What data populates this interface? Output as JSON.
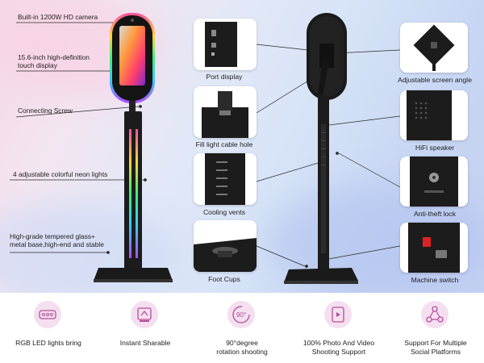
{
  "callouts": {
    "camera": "Built-in 1200W HD camera",
    "display": "15.6-inch high-definition\ntouch display",
    "screw": "Connecting Screw",
    "neon": "4 adjustable colorful neon lights",
    "glass": "High-grade tempered glass+\nmetal base,high-end and stable"
  },
  "details": {
    "port": "Port display",
    "fill_light": "Fill light cable hole",
    "cooling": "Cooling vents",
    "foot": "Foot Cups",
    "screen_angle": "Adjustable screen angle",
    "speaker": "HiFi speaker",
    "antitheft": "Anti-theft lock",
    "switch": "Machine switch"
  },
  "features": [
    {
      "label": "RGB LED lights bring",
      "icon": "rgb-lights-icon"
    },
    {
      "label": "Instant Sharable",
      "icon": "instant-share-icon"
    },
    {
      "label": "90°degree\nrotation shooting",
      "icon": "rotation-90-icon",
      "badge": "90°"
    },
    {
      "label": "100% Photo And Video\nShooting Support",
      "icon": "photo-video-icon"
    },
    {
      "label": "Support For Multiple\nSocial Platforms",
      "icon": "social-share-icon"
    }
  ],
  "colors": {
    "accent": "#b64d98",
    "icon_bg": "#f4dff0",
    "device": "#1c1c1c"
  }
}
